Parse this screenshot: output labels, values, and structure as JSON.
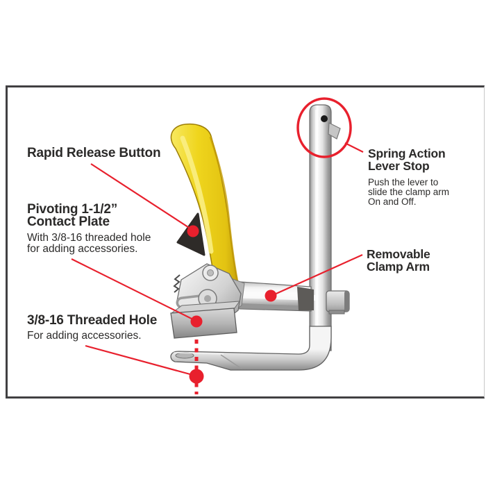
{
  "diagram": {
    "subject": "ratcheting bar clamp",
    "accent_color": "#e8202d",
    "frame_color": "#414042",
    "handle_color": "#eed31f"
  },
  "callouts": {
    "rapid_release": {
      "title": "Rapid Release Button"
    },
    "pivoting_plate": {
      "title_line1": "Pivoting 1-1/2”",
      "title_line2": "Contact Plate",
      "desc_line1": "With 3/8-16 threaded hole",
      "desc_line2": "for adding accessories."
    },
    "threaded_hole": {
      "title": "3/8-16 Threaded Hole",
      "desc": "For adding accessories."
    },
    "spring_action": {
      "title_line1": "Spring Action",
      "title_line2": "Lever Stop",
      "desc_line1": "Push the lever to",
      "desc_line2": "slide the clamp arm",
      "desc_line3": "On and Off."
    },
    "removable_arm": {
      "title_line1": "Removable",
      "title_line2": "Clamp Arm"
    }
  }
}
